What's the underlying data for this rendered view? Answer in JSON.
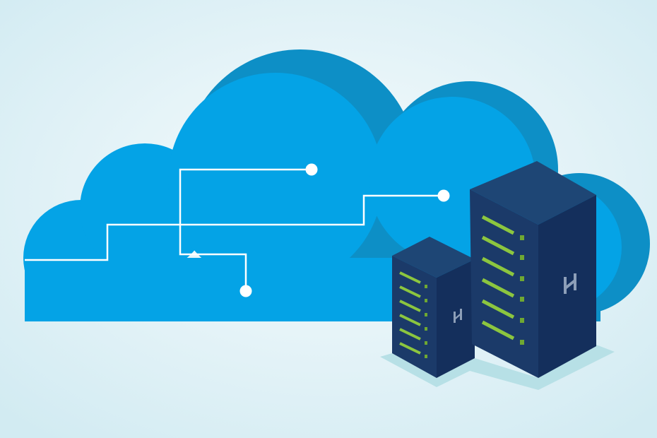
{
  "illustration": {
    "subject": "cloud-server-hosting",
    "colors": {
      "background_center": "#f4fafc",
      "background_edge": "#d4ecf3",
      "cloud_main": "#04a3e6",
      "cloud_back": "#0d8fc6",
      "circuit_lines": "#ffffff",
      "server_front": "#1b3a69",
      "server_side": "#142f5c",
      "server_top": "#1e4675",
      "server_led": "#8cc63f",
      "server_logo": "#8d9fb8",
      "shadow": "#b7e0e6"
    },
    "icons": [
      "cloud-icon",
      "server-rack-icon",
      "server-logo-icon"
    ],
    "servers": [
      {
        "name": "small-server",
        "led_bars": 6
      },
      {
        "name": "large-server",
        "led_bars": 6
      }
    ]
  }
}
